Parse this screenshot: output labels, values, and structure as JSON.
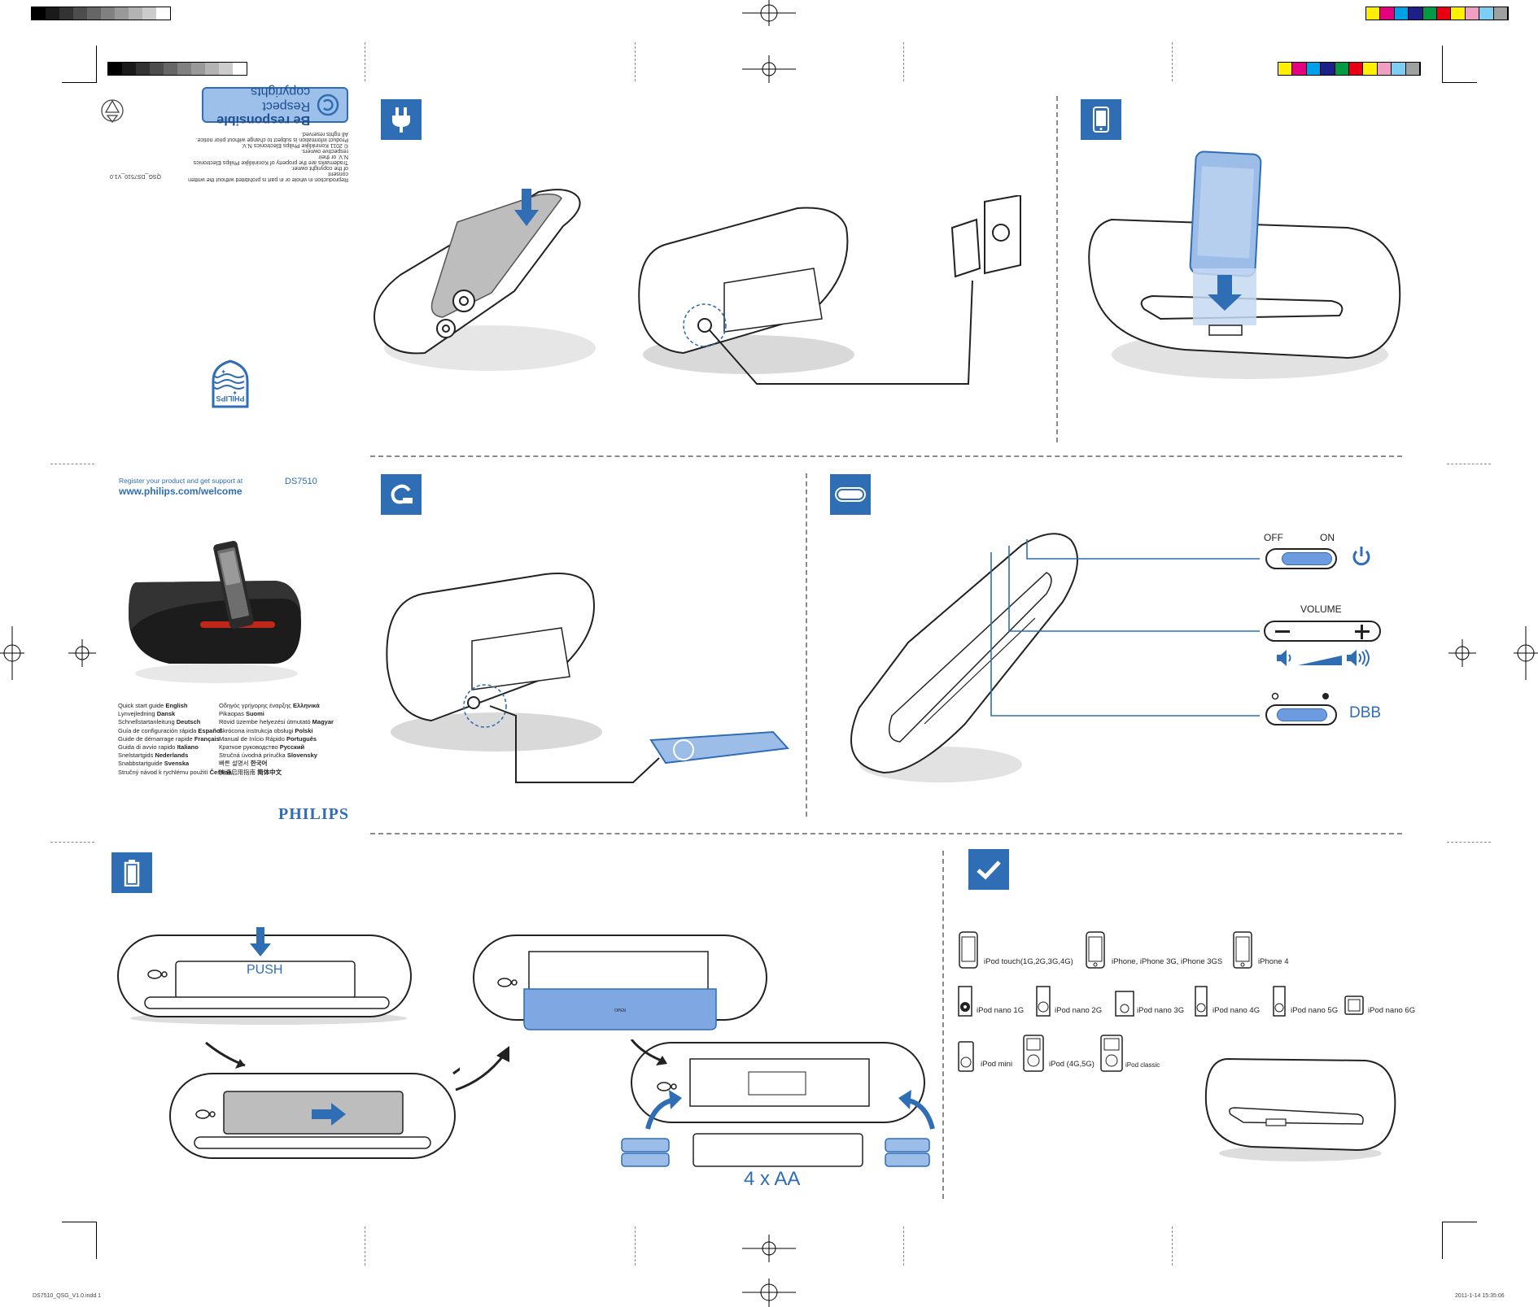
{
  "print_marks": {
    "filename": "DS7510_QSG_V1.0.indd   1",
    "timestamp": "2011-1-14   15:35:06",
    "process_colors": [
      "#ffee00",
      "#e4007f",
      "#00a0e9",
      "#1d2088",
      "#009944",
      "#e60012",
      "#fff100",
      "#f19ec2",
      "#7ecef4",
      "#9fa0a0"
    ]
  },
  "cover": {
    "respect_line1": "Be responsible",
    "respect_line2": "Respect copyrights",
    "legal": [
      "Reproduction in whole or in part is prohibited without the written consent",
      "of the copyright owner.",
      "Trademarks are the property of Koninklijke Philips Electronics N.V. or their",
      "respective owners.",
      "© 2011 Koninklijke Philips Electronics N.V.",
      "Product information is subject to change without prior notice.",
      "All rights reserved."
    ],
    "doc_code": "QSG_DS7510_V1.0",
    "register_text": "Register your product and get support at",
    "url": "www.philips.com/welcome",
    "model": "DS7510",
    "brand": "PHILIPS",
    "shield_text": "PHILIPS",
    "languages_left": [
      {
        "label": "Quick start guide",
        "lang": "English"
      },
      {
        "label": "Lynvejledning",
        "lang": "Dansk"
      },
      {
        "label": "Schnellstartanleitung",
        "lang": "Deutsch"
      },
      {
        "label": "Guía de configuración rápida",
        "lang": "Español"
      },
      {
        "label": "Guide de démarrage rapide",
        "lang": "Français"
      },
      {
        "label": "Guida di avvio rapido",
        "lang": "Italiano"
      },
      {
        "label": "Snelstartgids",
        "lang": "Nederlands"
      },
      {
        "label": "Snabbstartguide",
        "lang": "Svenska"
      },
      {
        "label": "Stručný návod k rychlému použití",
        "lang": "Čeština"
      }
    ],
    "languages_right": [
      {
        "label": "Οδηγός γρήγορης έναρξης",
        "lang": "Ελληνικά"
      },
      {
        "label": "Pikaopas",
        "lang": "Suomi"
      },
      {
        "label": "Rövid üzembe helyezési útmutató",
        "lang": "Magyar"
      },
      {
        "label": "Skrócona instrukcja obsługi",
        "lang": "Polski"
      },
      {
        "label": "Manual de Início Rápido",
        "lang": "Português"
      },
      {
        "label": "Краткое руководство",
        "lang": "Русский"
      },
      {
        "label": "Stručná úvodná príručka",
        "lang": "Slovensky"
      },
      {
        "label": "빠른 설명서",
        "lang": "한국어"
      },
      {
        "label": "快速启用指南",
        "lang": "简体中文"
      }
    ]
  },
  "controls": {
    "off_label": "OFF",
    "on_label": "ON",
    "volume_label": "VOLUME",
    "dbb_label": "DBB"
  },
  "battery": {
    "push_label": "PUSH",
    "battery_count": "4 x AA",
    "open_label": "OPEN"
  },
  "compat": {
    "row1": [
      {
        "name": "iPod touch(1G,2G,3G,4G)"
      },
      {
        "name": "iPhone, iPhone 3G, iPhone 3GS"
      },
      {
        "name": "iPhone 4"
      }
    ],
    "row2": [
      {
        "name": "iPod nano 1G"
      },
      {
        "name": "iPod nano 2G"
      },
      {
        "name": "iPod nano 3G"
      },
      {
        "name": "iPod nano 4G"
      },
      {
        "name": "iPod nano 5G"
      },
      {
        "name": "iPod nano 6G"
      }
    ],
    "row3": [
      {
        "name": "iPod mini"
      },
      {
        "name": "iPod (4G,5G)"
      },
      {
        "name": "iPod classic"
      }
    ]
  }
}
